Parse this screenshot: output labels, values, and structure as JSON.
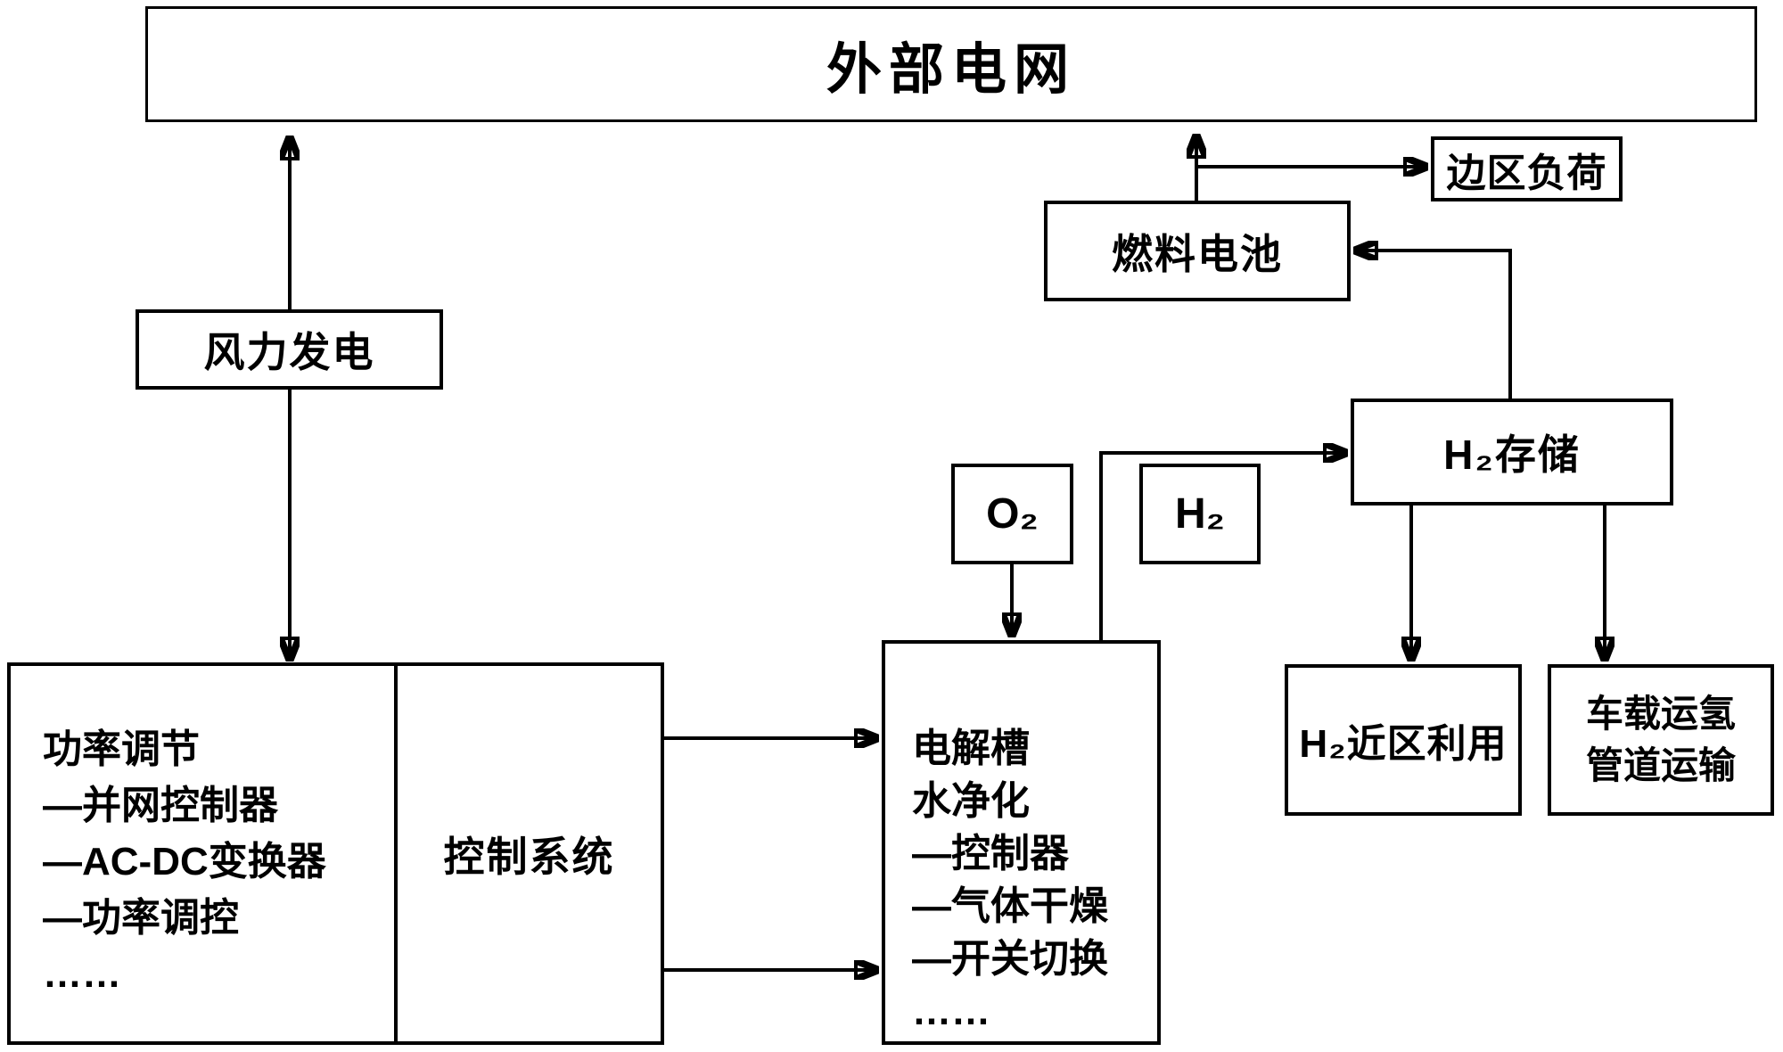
{
  "diagram": {
    "nodes": {
      "external_grid": {
        "label": "外部电网"
      },
      "wind_power": {
        "label": "风力发电"
      },
      "power_regulation": {
        "lines": [
          "功率调节",
          "—并网控制器",
          "—AC-DC变换器",
          "—功率调控",
          "……"
        ]
      },
      "control_system": {
        "label": "控制系统"
      },
      "electrolyzer": {
        "lines": [
          "电解槽",
          "水净化",
          "—控制器",
          "—气体干燥",
          "—开关切换",
          "……"
        ]
      },
      "oxygen": {
        "label": "O₂"
      },
      "hydrogen": {
        "label": "H₂"
      },
      "h2_storage": {
        "label": "H₂存储"
      },
      "fuel_cell": {
        "label": "燃料电池"
      },
      "border_load": {
        "label": "边区负荷"
      },
      "h2_local_use": {
        "label": "H₂近区利用"
      },
      "h2_transport": {
        "lines": [
          "车载运氢",
          "管道运输"
        ]
      }
    },
    "edges": [
      {
        "name": "wind-to-grid"
      },
      {
        "name": "wind-to-power-regulation"
      },
      {
        "name": "control-to-electrolyzer-upper"
      },
      {
        "name": "control-to-electrolyzer-lower"
      },
      {
        "name": "oxygen-to-electrolyzer"
      },
      {
        "name": "electrolyzer-to-h2-storage"
      },
      {
        "name": "h2-storage-to-fuel-cell"
      },
      {
        "name": "fuel-cell-to-grid"
      },
      {
        "name": "fuel-cell-to-border-load"
      },
      {
        "name": "h2-storage-to-local-use"
      },
      {
        "name": "h2-storage-to-transport"
      }
    ],
    "colors": {
      "ink": "#000000",
      "background": "#ffffff"
    }
  }
}
